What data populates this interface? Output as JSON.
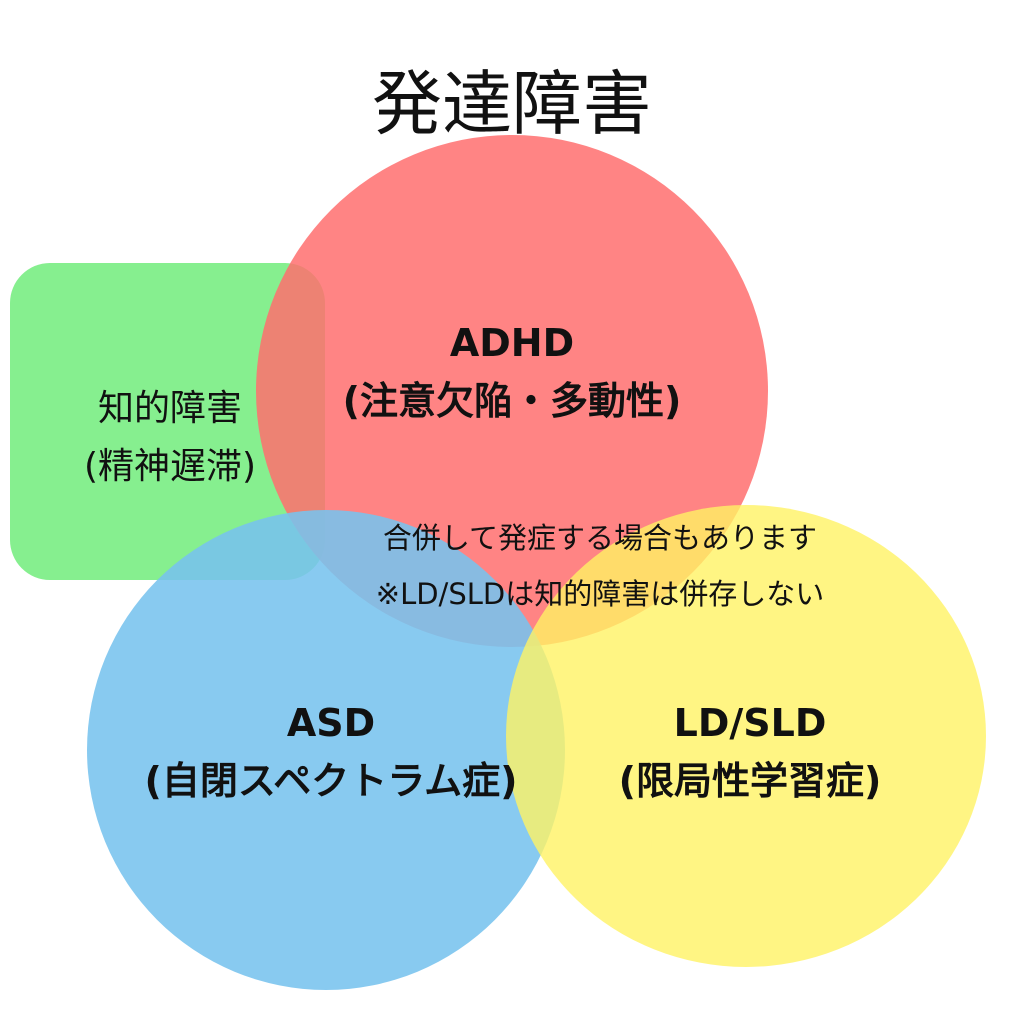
{
  "title": "発達障害",
  "adhd": {
    "name": "ADHD",
    "desc": "(注意欠陥・多動性)"
  },
  "asd": {
    "name": "ASD",
    "desc": "(自閉スペクトラム症)"
  },
  "ld": {
    "name": "LD/SLD",
    "desc": "(限局性学習症)"
  },
  "intellectual": {
    "name": "知的障害",
    "desc": "(精神遅滞)"
  },
  "note": {
    "line1": "合併して発症する場合もあります",
    "line2": "※LD/SLDは知的障害は併存しない"
  },
  "colors": {
    "adhd": "#ff7f7f",
    "asd": "#87ceeb",
    "ld": "#fff57a",
    "intellectual": "#86ef8f"
  }
}
